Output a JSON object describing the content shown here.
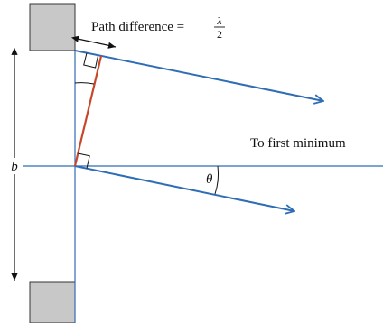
{
  "labels": {
    "path_difference": "Path difference =",
    "lambda": "λ",
    "two": "2",
    "to_first_minimum": "To first minimum",
    "b": "b",
    "theta": "θ"
  },
  "colors": {
    "ray": "#2f6db5",
    "axis": "#2f6db5",
    "wavefront": "#c8472b",
    "slit_block_fill": "#c8c8c8",
    "slit_block_stroke": "#333333",
    "ink": "#111111"
  }
}
